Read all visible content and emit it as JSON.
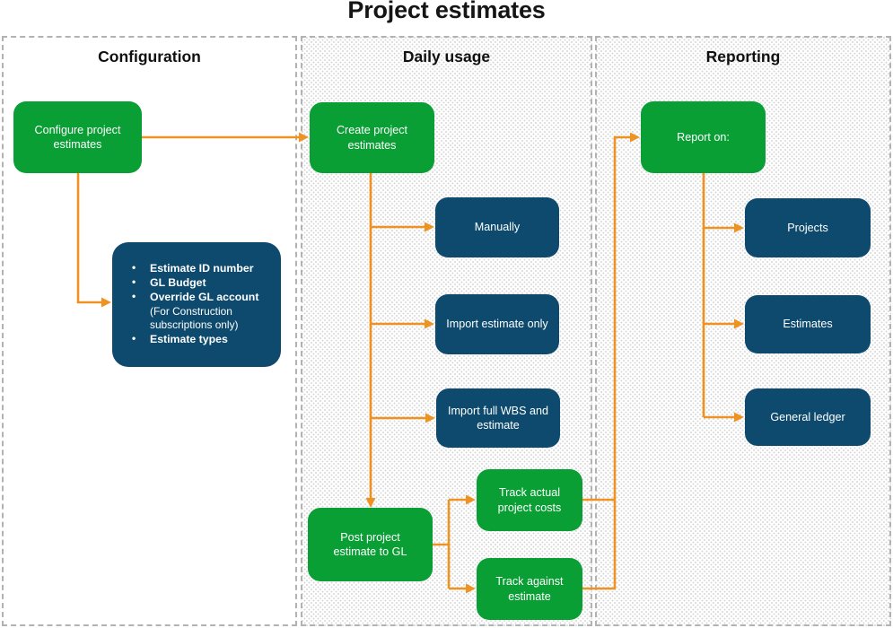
{
  "title": "Project estimates",
  "colors": {
    "green": "#0a9f35",
    "navy": "#0d4a6e",
    "orange": "#ee9322"
  },
  "configuration": {
    "header": "Configuration",
    "configure_label": "Configure project estimates",
    "details": {
      "items": [
        {
          "text": "Estimate ID number"
        },
        {
          "text": "GL Budget"
        },
        {
          "text": "Override GL account",
          "note": "(For Construction subscriptions only)"
        },
        {
          "text": "Estimate types"
        }
      ]
    }
  },
  "daily_usage": {
    "header": "Daily usage",
    "create_label": "Create project estimates",
    "manually_label": "Manually",
    "import_estimate_label": "Import estimate only",
    "import_wbs_label": "Import full WBS and estimate",
    "post_label": "Post project estimate to GL",
    "track_actual_label": "Track actual project costs",
    "track_against_label": "Track against estimate"
  },
  "reporting": {
    "header": "Reporting",
    "report_on_label": "Report on:",
    "projects_label": "Projects",
    "estimates_label": "Estimates",
    "general_ledger_label": "General ledger"
  }
}
